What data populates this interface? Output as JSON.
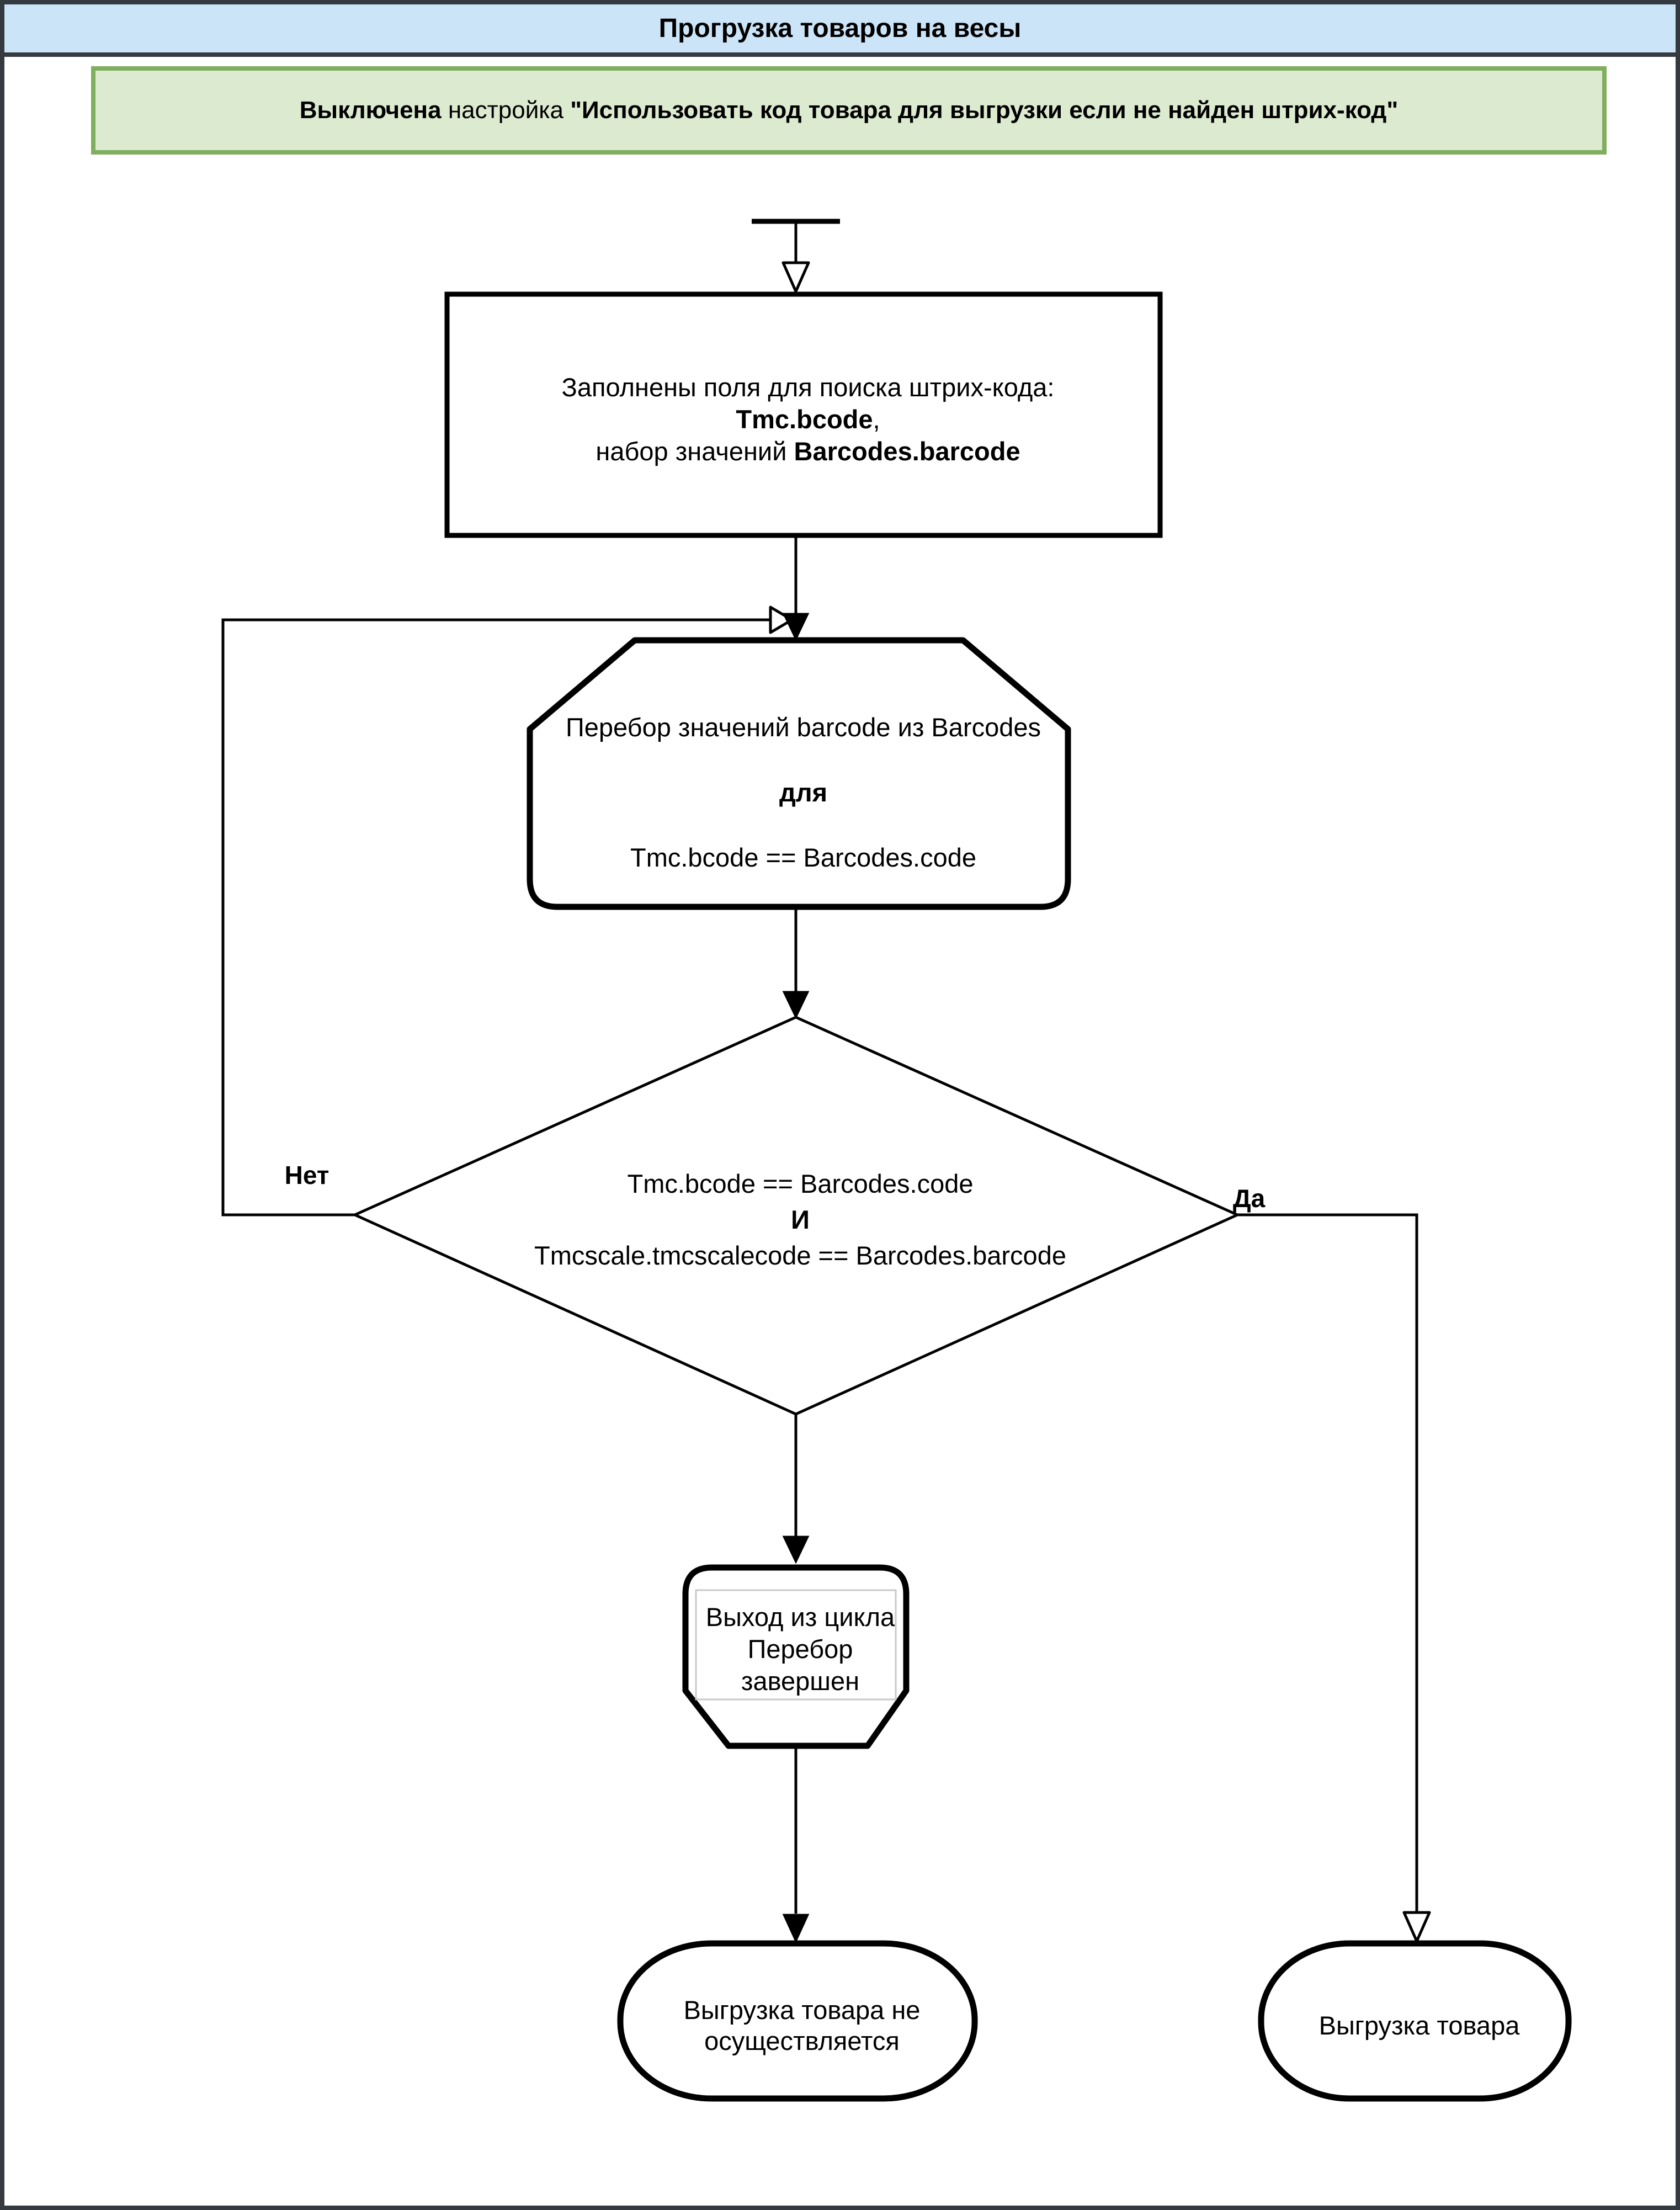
{
  "header": {
    "title": "Прогрузка товаров на весы"
  },
  "notice": {
    "bold_lead": "Выключена",
    "regular_mid": " настройка ",
    "bold_quote": "\"Использовать код товара для выгрузки если не найден штрих-код\""
  },
  "process": {
    "line1": "Заполнены поля для поиска штрих-кода:",
    "field": "Tmc.bcode",
    "comma": ",",
    "line3_prefix": "набор значений ",
    "line3_field": "Barcodes.barcode"
  },
  "loop": {
    "line1": "Перебор значений barcode из Barcodes",
    "keyword": "для",
    "condition": "Tmc.bcode == Barcodes.code"
  },
  "decision": {
    "line1": "Tmc.bcode == Barcodes.code",
    "operator": "И",
    "line2": "Tmcscale.tmcscalecode == Barcodes.barcode",
    "no_label": "Нет",
    "yes_label": "Да"
  },
  "loop_exit": {
    "line1": "Выход из цикла",
    "line2": "Перебор",
    "line3": "завершен"
  },
  "outcome_no": {
    "line1": "Выгрузка товара не",
    "line2": "осуществляется"
  },
  "outcome_yes": {
    "label": "Выгрузка товара"
  },
  "colors": {
    "frame": "#343a40",
    "title_bg": "#cce4f7",
    "notice_bg": "#dcead0",
    "notice_border": "#7fae5c",
    "shape_stroke": "#000000",
    "inner_box_border": "#c9c9c9"
  }
}
